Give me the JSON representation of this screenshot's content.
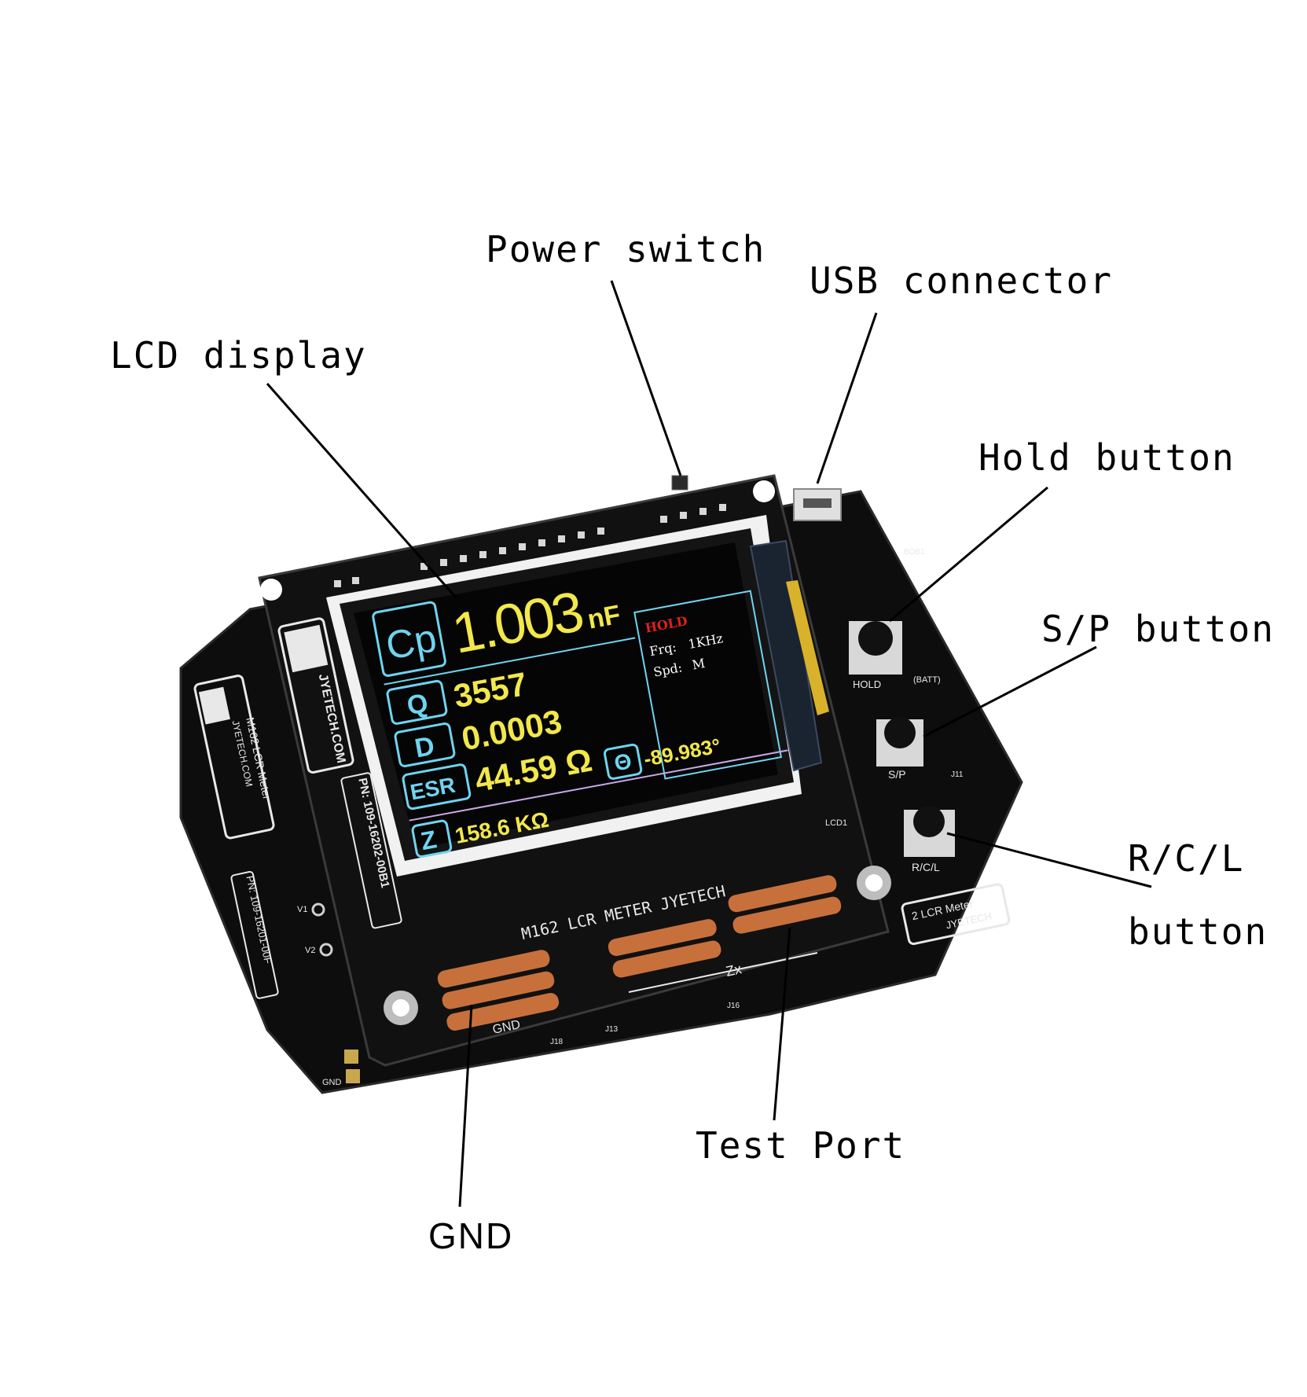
{
  "callouts": {
    "power_switch": "Power switch",
    "usb_connector": "USB connector",
    "lcd_display": "LCD display",
    "hold_button": "Hold button",
    "sp_button": "S/P button",
    "rcl_button_line1": "R/C/L",
    "rcl_button_line2": "button",
    "test_port": "Test Port",
    "gnd": "GND"
  },
  "lcd": {
    "primary_label": "Cp",
    "primary_value": "1.003",
    "primary_unit": "nF",
    "hold": "HOLD",
    "frq_label": "Frq:",
    "frq_value": "1KHz",
    "spd_label": "Spd:",
    "spd_value": "M",
    "q_label": "Q",
    "q_value": "3557",
    "d_label": "D",
    "d_value": "0.0003",
    "esr_label": "ESR",
    "esr_value": "44.59 Ω",
    "theta_label": "Θ",
    "theta_value": "-89.983°",
    "z_label": "Z",
    "z_value": "158.6 KΩ"
  },
  "board": {
    "title_silk": "M162 LCR METER JYETECH",
    "left_silk_1": "M162 LCR Meter",
    "left_silk_2": "JYETECH.COM",
    "left_pn": "PN: 109-16201-00F",
    "inner_brand": "JYETECH.COM",
    "inner_pn": "PN: 109-16202-00B1",
    "right_silk_1": "2 LCR Meter",
    "right_silk_2": "JYETECH",
    "gnd_silk": "GND",
    "zx_silk": "Zx",
    "hold_silk": "HOLD",
    "sp_silk": "S/P",
    "rcl_silk": "R/C/L",
    "batt_silk": "(BATT)",
    "gnd_pad_silk": "GND",
    "v1": "V1",
    "v2": "V2",
    "lcd1": "LCD1",
    "j11": "J11",
    "j13": "J13",
    "j16": "J16",
    "j18": "J18",
    "bob1": "BOB1"
  },
  "colors": {
    "pcb": "#0d0d0d",
    "lcd_bg": "#050505",
    "cyan": "#6fd4f0",
    "yellow": "#f2e84a",
    "copper": "#c8703c",
    "hold_red": "#e02020"
  }
}
